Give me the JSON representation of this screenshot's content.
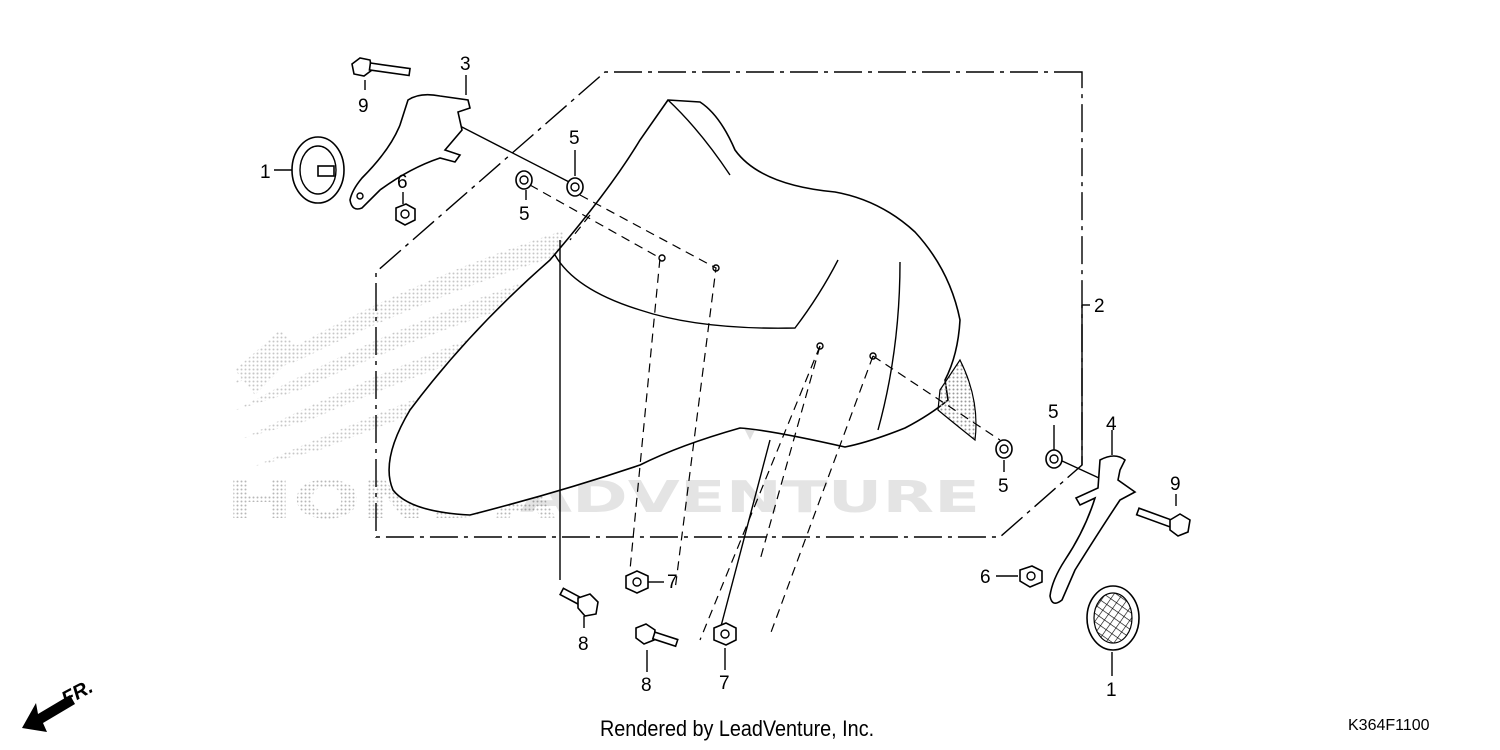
{
  "watermark": {
    "left_text": "HONDA",
    "right_text": "ADVENTURE"
  },
  "callouts": {
    "p1_left": "1",
    "p1_right": "1",
    "p2": "2",
    "p3": "3",
    "p4": "4",
    "p5_a": "5",
    "p5_b": "5",
    "p5_c": "5",
    "p5_d": "5",
    "p6_left": "6",
    "p6_right": "6",
    "p7_a": "7",
    "p7_b": "7",
    "p8_a": "8",
    "p8_b": "8",
    "p9_left": "9",
    "p9_right": "9"
  },
  "direction_label": "FR.",
  "footer": {
    "credit": "Rendered by LeadVenture, Inc.",
    "diagram_code": "K364F1100"
  }
}
